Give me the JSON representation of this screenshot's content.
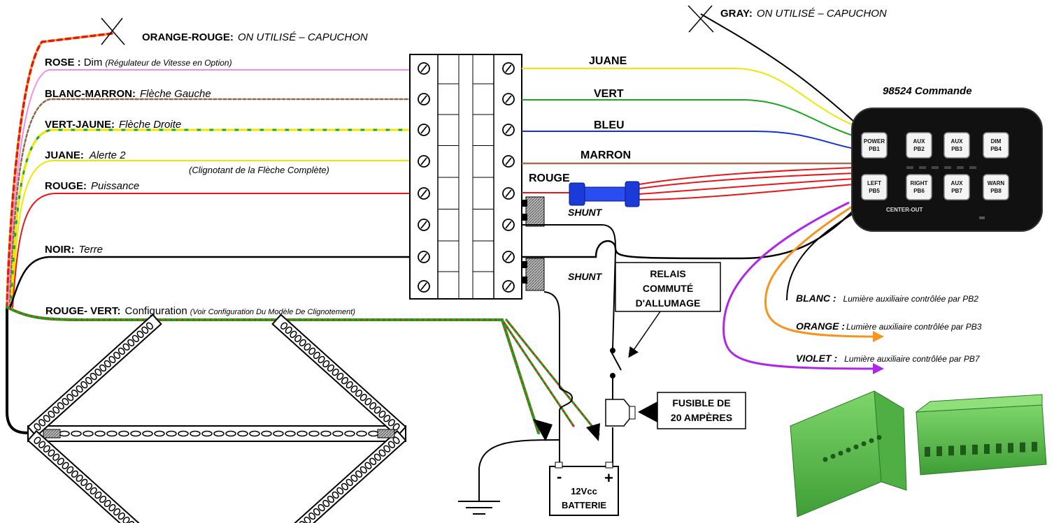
{
  "left_wires": [
    {
      "label": "ORANGE-ROUGE:",
      "desc": "ON UTILISÉ – CAPUCHON",
      "color": "#f7a800",
      "color2": "#e8161b"
    },
    {
      "label": "ROSE :",
      "desc": "Dim",
      "note": "(Régulateur de Vitesse en Option)",
      "color": "#f28ce6"
    },
    {
      "label": "BLANC-MARRON:",
      "desc": "Flèche Gauche",
      "color": "#8b6b4a"
    },
    {
      "label": "VERT-JAUNE:",
      "desc": "Flèche Droite",
      "color": "#1aa51a",
      "color2": "#f2e600"
    },
    {
      "label": "JUANE:",
      "desc": "Alerte 2",
      "note": "(Clignotant de la Flèche Complète)",
      "color": "#f2e600"
    },
    {
      "label": "ROUGE:",
      "desc": "Puissance",
      "color": "#e8161b"
    },
    {
      "label": "NOIR:",
      "desc": "Terre",
      "color": "#000000"
    },
    {
      "label": "ROUGE- VERT:",
      "desc": "Configuration",
      "note": "(Voir Configuration Du Modèle De Clignotement)",
      "color": "#e8161b",
      "color2": "#1aa51a"
    }
  ],
  "right_wires": [
    {
      "label": "JUANE",
      "color": "#f2e600"
    },
    {
      "label": "VERT",
      "color": "#1aa51a"
    },
    {
      "label": "BLEU",
      "color": "#1530e0"
    },
    {
      "label": "MARRON",
      "color": "#a07050"
    },
    {
      "label": "ROUGE",
      "color": "#e8161b"
    }
  ],
  "gray_wire": {
    "label": "GRAY:",
    "desc": "ON UTILISÉ – CAPUCHON"
  },
  "shunt_label": "SHUNT",
  "controller": {
    "title": "98524 Commande",
    "buttons": [
      {
        "top": "POWER",
        "bottom": "PB1"
      },
      {
        "top": "AUX",
        "bottom": "PB2"
      },
      {
        "top": "AUX",
        "bottom": "PB3"
      },
      {
        "top": "DIM",
        "bottom": "PB4"
      },
      {
        "top": "LEFT",
        "bottom": "PB5"
      },
      {
        "top": "RIGHT",
        "bottom": "PB6"
      },
      {
        "top": "AUX",
        "bottom": "PB7"
      },
      {
        "top": "WARN",
        "bottom": "PB8"
      }
    ],
    "center_out": "CENTER-OUT"
  },
  "aux_outputs": [
    {
      "label": "BLANC :",
      "desc": "Lumière auxiliaire contrôlée par PB2",
      "color": "#000000"
    },
    {
      "label": "ORANGE :",
      "desc": "Lumière auxiliaire contrôlée par PB3",
      "color": "#f7941d"
    },
    {
      "label": "VIOLET :",
      "desc": "Lumière auxiliaire contrôlée par PB7",
      "color": "#b026e8"
    }
  ],
  "relay": {
    "line1": "RELAIS",
    "line2": "COMMUTÉ",
    "line3": "D'ALLUMAGE"
  },
  "fuse": {
    "line1": "FUSIBLE DE",
    "line2": "20 AMPÈRES"
  },
  "battery": {
    "line1": "12Vcc",
    "line2": "BATTERIE",
    "minus": "-",
    "plus": "+"
  }
}
